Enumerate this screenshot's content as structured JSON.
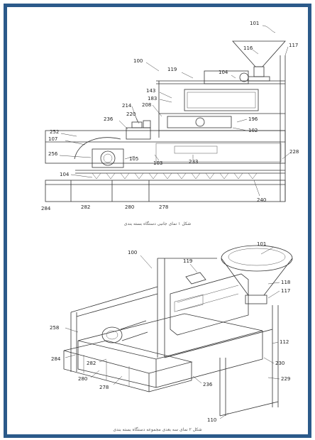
{
  "figure1": {
    "labels": {
      "l101": "101",
      "l116": "116",
      "l117": "117",
      "l100": "100",
      "l119": "119",
      "l104a": "104",
      "l143": "143",
      "l183": "183",
      "l208": "208",
      "l214": "214",
      "l220": "220",
      "l236": "236",
      "l196": "196",
      "l102": "102",
      "l107": "107",
      "l252": "252",
      "l256": "256",
      "l105": "105",
      "l103": "103",
      "l233": "233",
      "l228": "228",
      "l104b": "104",
      "l284": "284",
      "l282": "282",
      "l280": "280",
      "l278": "278",
      "l240": "240"
    },
    "caption": "شکل ۱ نمای جانبی دستگاه بسته بندی"
  },
  "figure2": {
    "labels": {
      "l100": "100",
      "l101": "101",
      "l119": "119",
      "l118": "118",
      "l117": "117",
      "l258": "258",
      "l112": "112",
      "l284": "284",
      "l230": "230",
      "l282": "282",
      "l229": "229",
      "l280": "280",
      "l278": "278",
      "l236": "236",
      "l110": "110"
    },
    "caption": "شکل ۲ نمای سه بعدی مجموعه دستگاه بسته بندی"
  }
}
